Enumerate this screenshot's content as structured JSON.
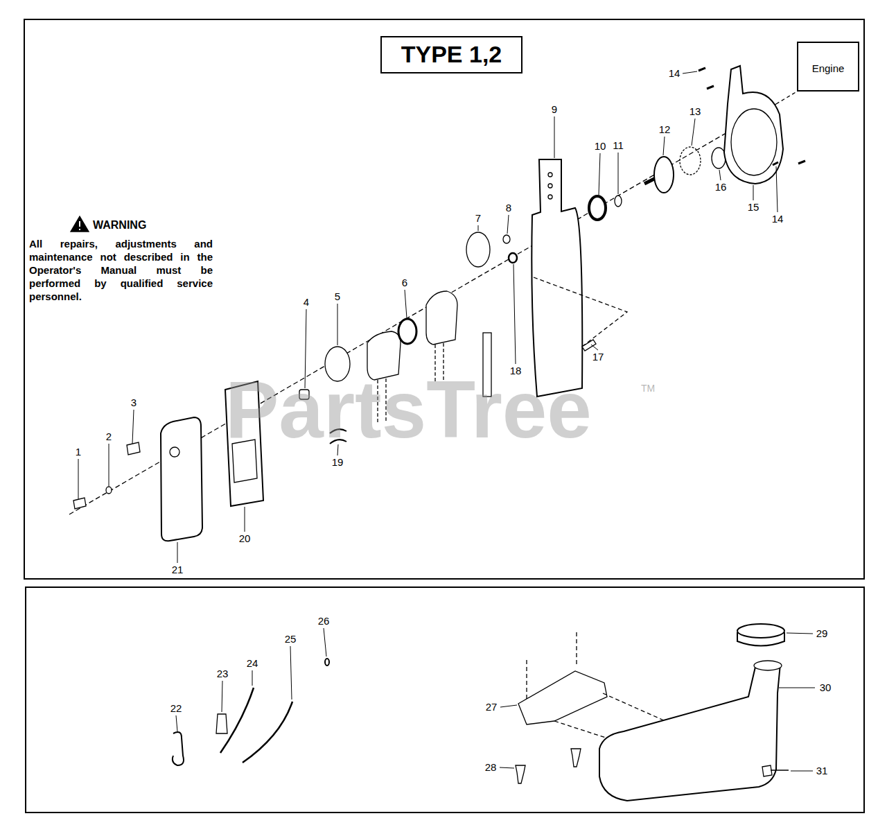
{
  "diagram": {
    "nodes": [
      {
        "text": [
          "TYPE 1,2"
        ]
      },
      {
        "text": [
          "Engine"
        ]
      }
    ],
    "labels": [
      "WARNING",
      "All repairs, adjustments and maintenance not described in the Operator's Manual must be performed by qualified service personnel.",
      "1",
      "2",
      "3",
      "4",
      "5",
      "6",
      "7",
      "8",
      "9",
      "10",
      "11",
      "12",
      "13",
      "14",
      "14",
      "15",
      "16",
      "17",
      "18",
      "19",
      "20",
      "21",
      "22",
      "23",
      "24",
      "25",
      "26",
      "27",
      "28",
      "29",
      "30",
      "31",
      "PartsTree",
      "TM"
    ]
  }
}
